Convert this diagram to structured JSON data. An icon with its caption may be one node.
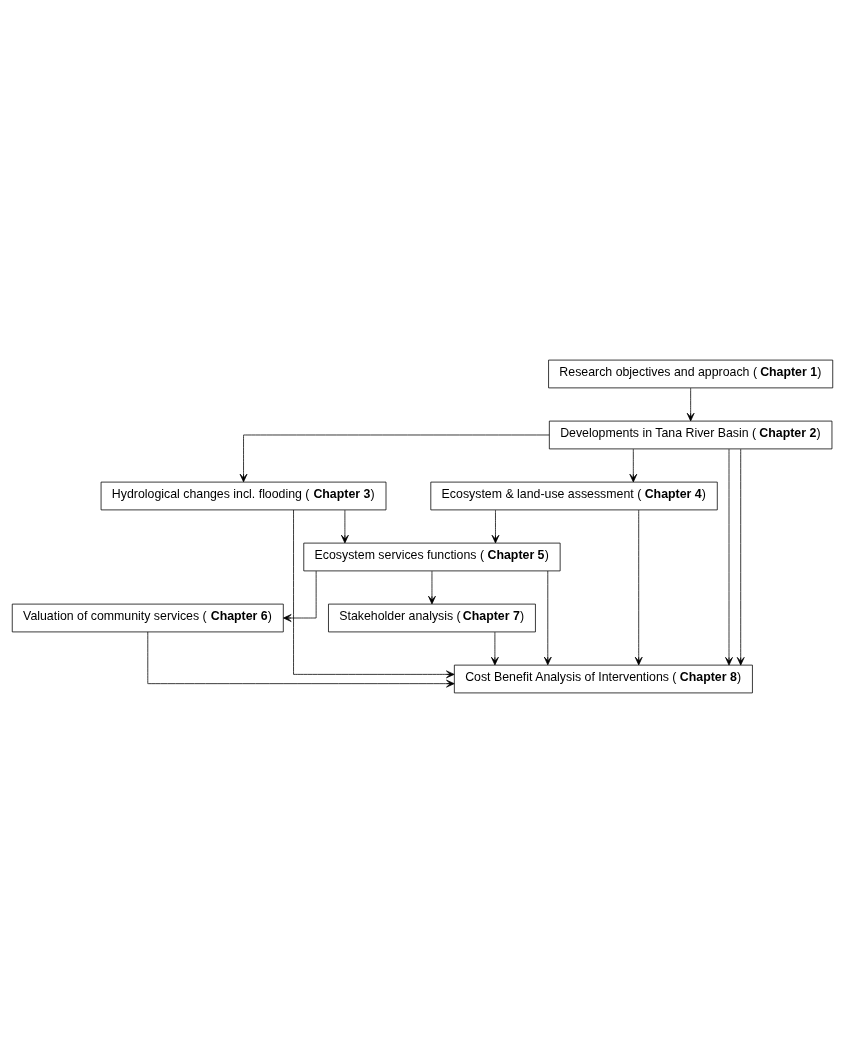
{
  "diagram": {
    "nodes": [
      {
        "text": [
          "Research objectives and approach (**Chapter 1**)"
        ]
      },
      {
        "text": [
          "Developments in Tana River Basin (**Chapter 2**)"
        ]
      },
      {
        "text": [
          "Hydrological changes incl. flooding (**Chapter 3**)"
        ]
      },
      {
        "text": [
          "Ecosystem & land-use assessment (**Chapter 4**)"
        ]
      },
      {
        "text": [
          "Ecosystem services functions (**Chapter 5**)"
        ]
      },
      {
        "text": [
          "Valuation of community services (**Chapter 6**)"
        ]
      },
      {
        "text": [
          "Stakeholder analysis (**Chapter 7**)"
        ]
      },
      {
        "text": [
          "Cost Benefit Analysis of Interventions (**Chapter 8**)"
        ]
      }
    ],
    "edges": [
      {
        "from": 0,
        "to": 1,
        "arrow": "to"
      },
      {
        "from": 1,
        "to": 2,
        "arrow": "to"
      },
      {
        "from": 1,
        "to": 3,
        "arrow": "to"
      },
      {
        "from": 1,
        "to": 7,
        "arrow": "to"
      },
      {
        "from": 2,
        "to": 7,
        "arrow": "to"
      },
      {
        "from": 1,
        "to": 7,
        "arrow": "to"
      },
      {
        "from": 3,
        "to": 7,
        "arrow": "to"
      },
      {
        "from": 2,
        "to": 4,
        "arrow": "to"
      },
      {
        "from": 3,
        "to": 4,
        "arrow": "to"
      },
      {
        "from": 4,
        "to": 5,
        "arrow": "to"
      },
      {
        "from": 4,
        "to": 6,
        "arrow": "to"
      },
      {
        "from": 4,
        "to": 7,
        "arrow": "to"
      },
      {
        "from": 5,
        "to": 7,
        "arrow": "to"
      },
      {
        "from": 6,
        "to": 7,
        "arrow": "to"
      }
    ]
  }
}
